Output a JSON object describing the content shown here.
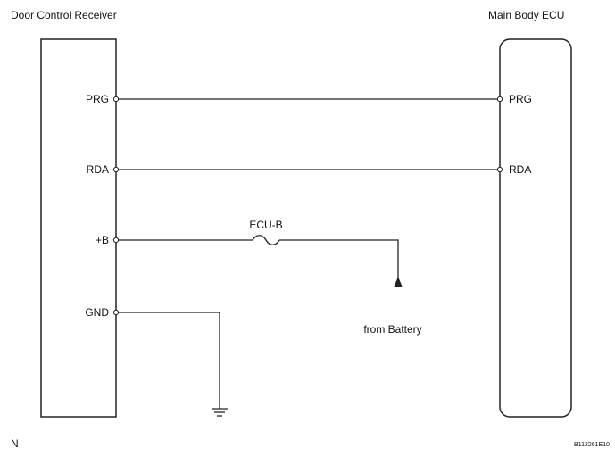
{
  "left_unit": {
    "title": "Door Control Receiver"
  },
  "right_unit": {
    "title": "Main Body ECU"
  },
  "left_pins": {
    "prg": "PRG",
    "rda": "RDA",
    "b": "+B",
    "gnd": "GND"
  },
  "right_pins": {
    "prg": "PRG",
    "rda": "RDA"
  },
  "fuse": {
    "label": "ECU-B"
  },
  "battery": {
    "label": "from Battery"
  },
  "footer": {
    "left": "N",
    "right": "B112261E10"
  }
}
